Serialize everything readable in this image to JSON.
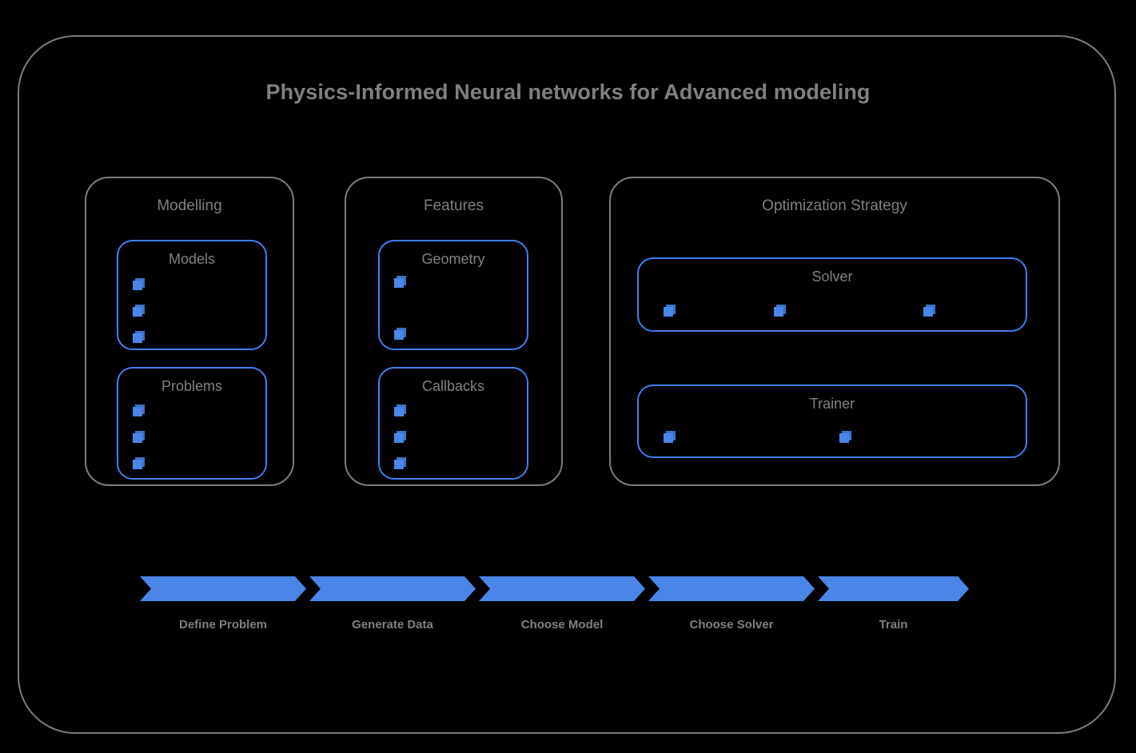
{
  "diagram": {
    "title": "Physics-Informed Neural networks for Advanced modeling",
    "frame_border_color": "#7d7d7d",
    "background_color": "#000000",
    "accent_color": "#4a86e8",
    "text_color": "#808080"
  },
  "groups": [
    {
      "id": "modelling",
      "title": "Modelling",
      "boxes": [
        {
          "id": "models",
          "title": "Models",
          "bullet_count": 3,
          "bullet_layout": "vertical"
        },
        {
          "id": "problems",
          "title": "Problems",
          "bullet_count": 3,
          "bullet_layout": "vertical"
        }
      ]
    },
    {
      "id": "features",
      "title": "Features",
      "boxes": [
        {
          "id": "geometry",
          "title": "Geometry",
          "bullet_count": 2,
          "bullet_layout": "vertical"
        },
        {
          "id": "callbacks",
          "title": "Callbacks",
          "bullet_count": 3,
          "bullet_layout": "vertical"
        }
      ]
    },
    {
      "id": "optimization",
      "title": "Optimization Strategy",
      "boxes": [
        {
          "id": "solver",
          "title": "Solver",
          "bullet_count": 3,
          "bullet_layout": "horizontal"
        },
        {
          "id": "trainer",
          "title": "Trainer",
          "bullet_count": 2,
          "bullet_layout": "horizontal"
        }
      ]
    }
  ],
  "pipeline": {
    "steps": [
      {
        "label": "Define Problem"
      },
      {
        "label": "Generate Data"
      },
      {
        "label": "Choose Model"
      },
      {
        "label": "Choose Solver"
      },
      {
        "label": "Train"
      }
    ],
    "arrow_color": "#4a86e8"
  }
}
